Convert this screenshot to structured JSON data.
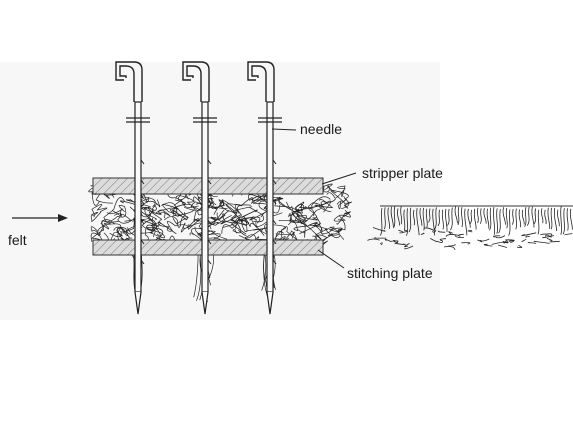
{
  "labels": {
    "needle": "needle",
    "stripper_plate": "stripper plate",
    "felt": "felt",
    "stitching_plate": "stitching plate"
  },
  "needles": [
    {
      "id": "needle-1"
    },
    {
      "id": "needle-2"
    },
    {
      "id": "needle-3"
    }
  ],
  "colors": {
    "ink": "#222222",
    "plate_fill": "#d8d8d8",
    "background": "#ffffff"
  }
}
